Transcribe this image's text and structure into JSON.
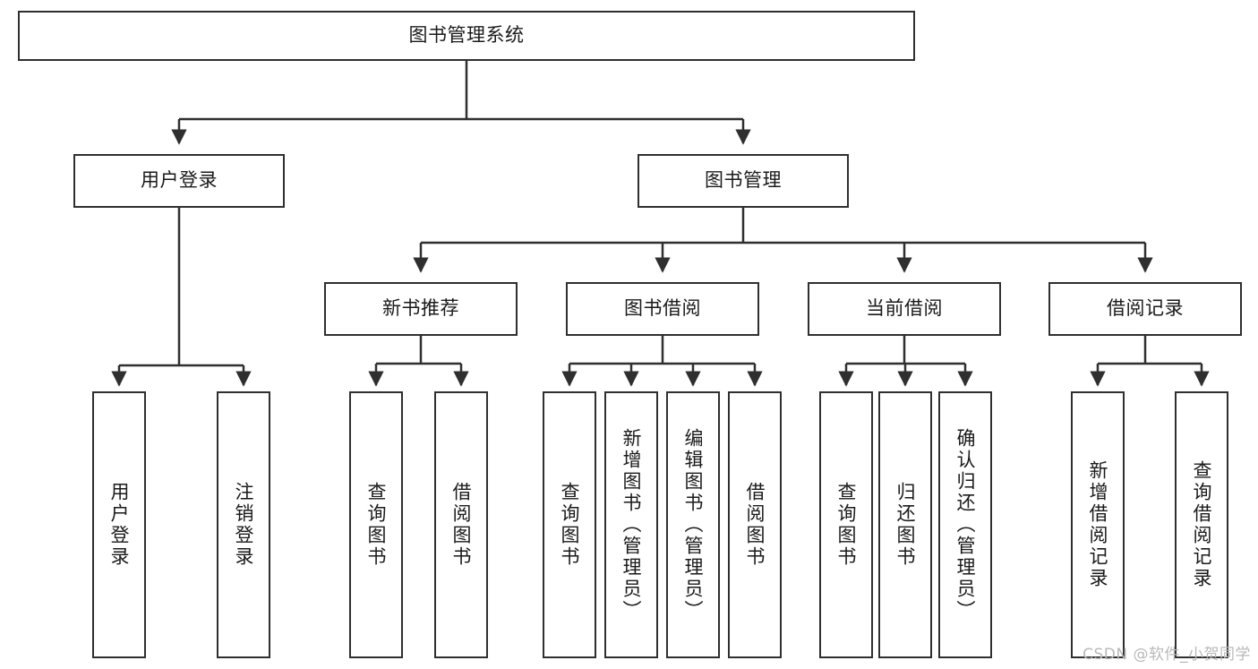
{
  "diagram": {
    "type": "tree-hierarchy",
    "title": "图书管理系统",
    "watermark": "CSDN @软件_小贺同学",
    "stroke_color": "#2f2f2f",
    "text_color": "#1a1a1a",
    "background_color": "#ffffff",
    "watermark_color": "#b9b9b9"
  },
  "nodes": {
    "root": {
      "label": "图书管理系统"
    },
    "level2": [
      {
        "label": "用户登录"
      },
      {
        "label": "图书管理"
      }
    ],
    "level3": [
      {
        "label": "新书推荐"
      },
      {
        "label": "图书借阅"
      },
      {
        "label": "当前借阅"
      },
      {
        "label": "借阅记录"
      }
    ],
    "leaves": {
      "user_login": [
        {
          "label": "用户登录"
        },
        {
          "label": "注销登录"
        }
      ],
      "new_book_recommend": [
        {
          "label": "查询图书"
        },
        {
          "label": "借阅图书"
        }
      ],
      "book_borrow": [
        {
          "label": "查询图书"
        },
        {
          "label": "新增图书（管理员）"
        },
        {
          "label": "编辑图书（管理员）"
        },
        {
          "label": "借阅图书"
        }
      ],
      "current_borrow": [
        {
          "label": "查询图书"
        },
        {
          "label": "归还图书"
        },
        {
          "label": "确认归还（管理员）"
        }
      ],
      "borrow_record": [
        {
          "label": "新增借阅记录"
        },
        {
          "label": "查询借阅记录"
        }
      ]
    }
  }
}
